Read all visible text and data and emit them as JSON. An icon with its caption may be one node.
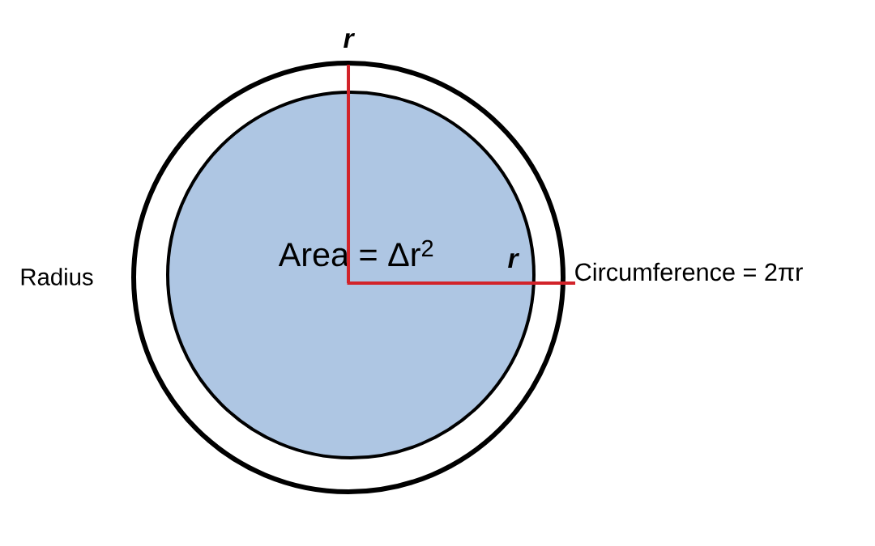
{
  "diagram": {
    "nodes": [
      {
        "text": [],
        "shape": "circle"
      },
      {
        "text": [
          "Area = Δr$^{2}$"
        ],
        "in": 0
      }
    ],
    "labels": [
      "r",
      "Radius",
      "r",
      "Circumference = 2πr"
    ]
  }
}
